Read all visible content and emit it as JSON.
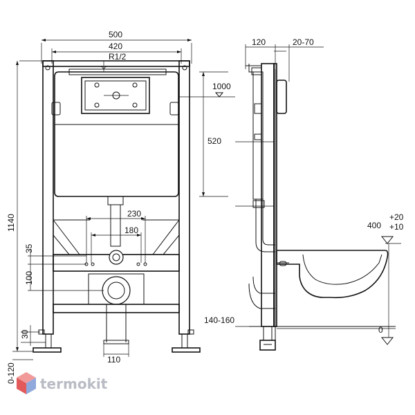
{
  "dimensions": {
    "width_500": "500",
    "width_420": "420",
    "thread": "R1/2",
    "height_1000": "1000",
    "height_520": "520",
    "spacing_230": "230",
    "spacing_180": "180",
    "height_35": "35",
    "height_100": "100",
    "total_1140": "1140",
    "foot_30": "30",
    "adjust_0_120": "0-120",
    "outlet_110": "110",
    "depth_120": "120",
    "wall_20_70": "20-70",
    "bowl_400": "400",
    "plus_20": "+20",
    "plus_10": "+10",
    "range_140_160": "140-160",
    "floor_0": "0"
  },
  "brand": {
    "name": "termokit"
  },
  "colors": {
    "line": "#111111",
    "logo_red": "#e25a5a",
    "logo_blue": "#6f8fcf",
    "logo_text": "#b9bcc4"
  }
}
